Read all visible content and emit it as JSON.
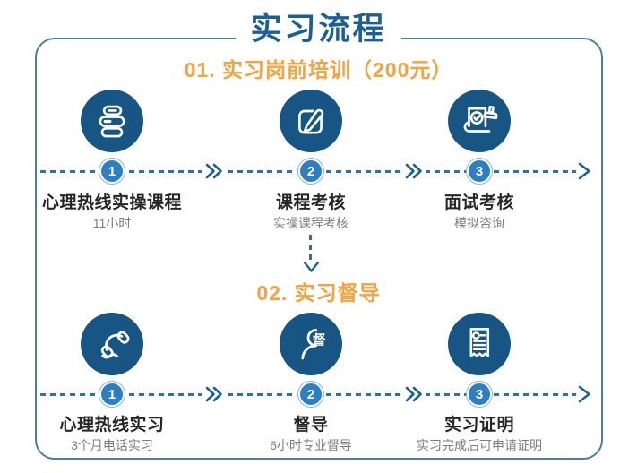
{
  "title": "实习流程",
  "colors": {
    "title_blue": "#1c5f94",
    "accent_orange": "#f5a23f",
    "circle_blue": "#175684",
    "badge_blue": "#2e7fc2",
    "dash_blue": "#2e6fae",
    "frame_blue": "#4a7da8"
  },
  "sections": [
    {
      "heading": "01. 实习岗前培训（200元）",
      "steps": [
        {
          "number": "1",
          "label": "心理热线实操课程",
          "sublabel": "11小时",
          "icon": "books-icon"
        },
        {
          "number": "2",
          "label": "课程考核",
          "sublabel": "实操课程考核",
          "icon": "edit-pencil-icon"
        },
        {
          "number": "3",
          "label": "面试考核",
          "sublabel": "模拟咨询",
          "icon": "document-stamp-icon"
        }
      ]
    },
    {
      "heading": "02. 实习督导",
      "steps": [
        {
          "number": "1",
          "label": "心理热线实习",
          "sublabel": "3个月电话实习",
          "icon": "phone-icon"
        },
        {
          "number": "2",
          "label": "督导",
          "sublabel": "6小时专业督导",
          "icon": "supervisor-icon",
          "icon_char": "督"
        },
        {
          "number": "3",
          "label": "实习证明",
          "sublabel": "实习完成后可申请证明",
          "icon": "certificate-icon"
        }
      ]
    }
  ]
}
